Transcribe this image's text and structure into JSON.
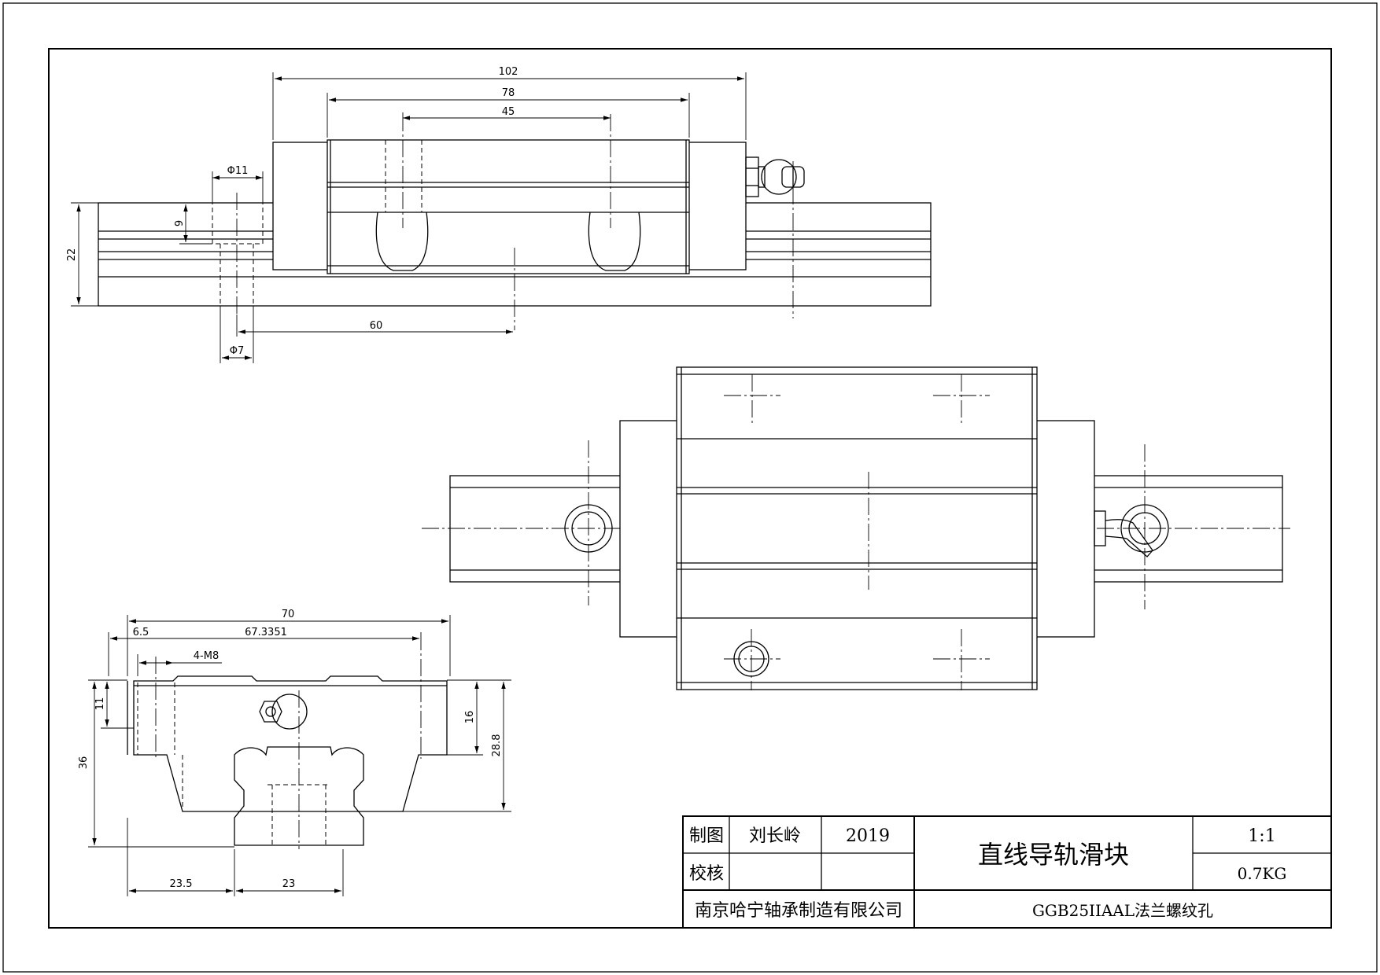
{
  "dimensions": {
    "d102": "102",
    "d78": "78",
    "d45": "45",
    "phi11": "Φ11",
    "d9": "9",
    "d22": "22",
    "d60": "60",
    "phi7": "Φ7",
    "d70": "70",
    "d6_5": "6.5",
    "d67_3351": "67.3351",
    "m8": "4-M8",
    "d11": "11",
    "d36": "36",
    "d16": "16",
    "d28_8": "28.8",
    "d23_5": "23.5",
    "d23": "23"
  },
  "title_block": {
    "drawn_label": "制图",
    "drawn_by": "刘长岭",
    "year": "2019",
    "check_label": "校核",
    "title": "直线导轨滑块",
    "scale": "1:1",
    "weight": "0.7KG",
    "company": "南京哈宁轴承制造有限公司",
    "part_number": "GGB25IIAAL法兰螺纹孔"
  }
}
